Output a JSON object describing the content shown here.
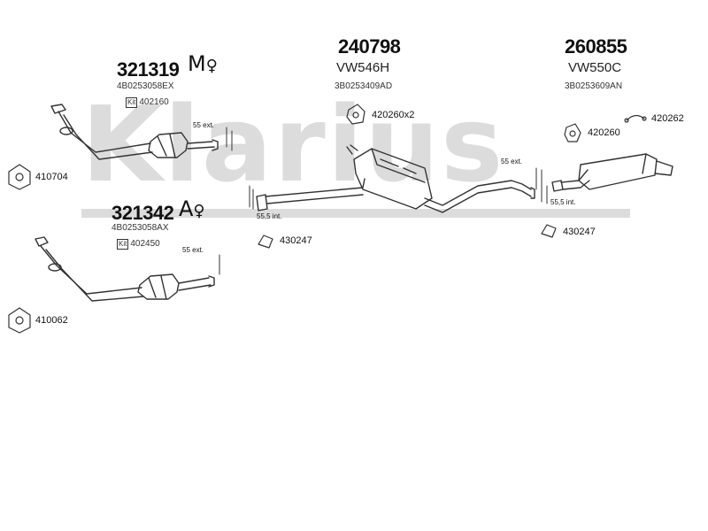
{
  "watermark": "Klarius",
  "groups": [
    {
      "part_number": "321319",
      "oe_number": "4B0253058EX",
      "kit_number": "402160",
      "badge_letter": "M"
    },
    {
      "part_number": "321342",
      "oe_number": "4B0253058AX",
      "kit_number": "402450",
      "badge_letter": "A"
    },
    {
      "part_number": "240798",
      "model_code": "VW546H",
      "oe_number": "3B0253409AD"
    },
    {
      "part_number": "260855",
      "model_code": "VW550C",
      "oe_number": "3B0253609AN"
    }
  ],
  "kit_label": "Kit",
  "accessories": [
    {
      "part": "410704"
    },
    {
      "part": "410062"
    },
    {
      "part": "420260x2"
    },
    {
      "part": "430247"
    },
    {
      "part": "420262"
    },
    {
      "part": "420260"
    },
    {
      "part": "430247"
    }
  ],
  "dimensions": [
    {
      "text": "55 ext."
    },
    {
      "text": "55 ext."
    },
    {
      "text": "55,5 int."
    },
    {
      "text": "55 ext."
    },
    {
      "text": "55,5 int."
    }
  ]
}
